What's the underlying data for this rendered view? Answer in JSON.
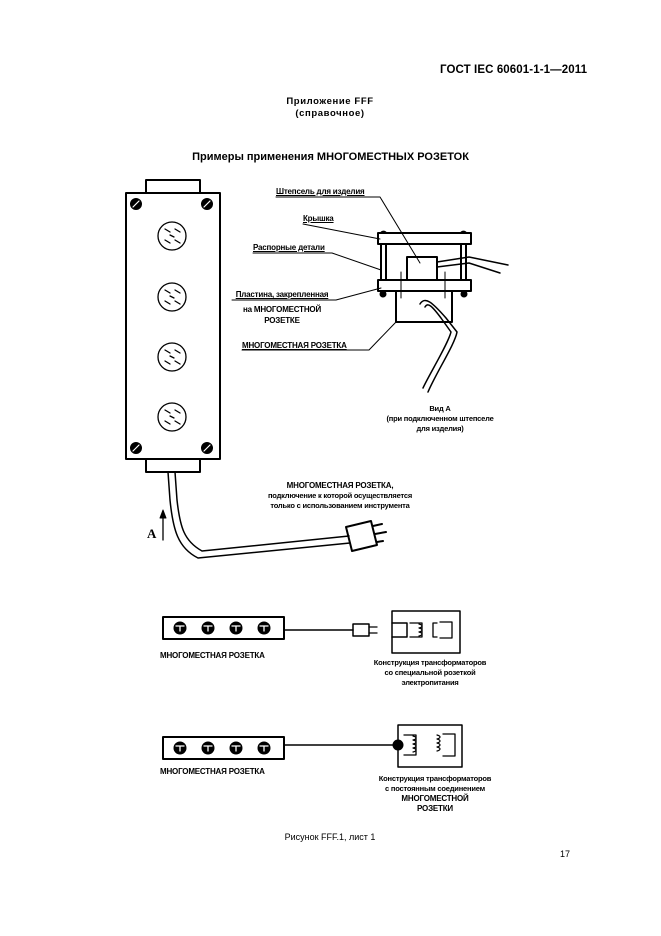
{
  "header": {
    "standard_code": "ГОСТ IEC 60601-1-1—2011"
  },
  "appendix": {
    "title": "Приложение FFF",
    "subtitle": "(справочное)"
  },
  "figure": {
    "title": "Примеры применения МНОГОМЕСТНЫХ РОЗЕТОК",
    "caption": "Рисунок FFF.1, лист 1",
    "detail_labels": {
      "plug": "Штепсель для изделия",
      "cover": "Крышка",
      "spacers": "Распорные детали",
      "plate_line1": "Пластина, закрепленная",
      "plate_line2": "на МНОГОМЕСТНОЙ",
      "plate_line3": "РОЗЕТКЕ",
      "socket_outlet": "МНОГОМЕСТНАЯ РОЗЕТКА"
    },
    "view_a": {
      "title": "Вид А",
      "line1": "(при подключенном штепселе",
      "line2": "для изделия)"
    },
    "arrow_label": "A",
    "tool_note": {
      "line1": "МНОГОМЕСТНАЯ РОЗЕТКА,",
      "line2": "подключение к которой осуществляется",
      "line3": "только с использованием инструмента"
    },
    "example2": {
      "strip_label": "МНОГОМЕСТНАЯ РОЗЕТКА",
      "transformer_line1": "Конструкция трансформаторов",
      "transformer_line2": "со специальной розеткой",
      "transformer_line3": "электропитания"
    },
    "example3": {
      "strip_label": "МНОГОМЕСТНАЯ РОЗЕТКА",
      "transformer_line1": "Конструкция трансформаторов",
      "transformer_line2": "с постоянным соединением",
      "transformer_line3": "МНОГОМЕСТНОЙ",
      "transformer_line4": "РОЗЕТКИ"
    }
  },
  "footer": {
    "page_number": "17"
  }
}
